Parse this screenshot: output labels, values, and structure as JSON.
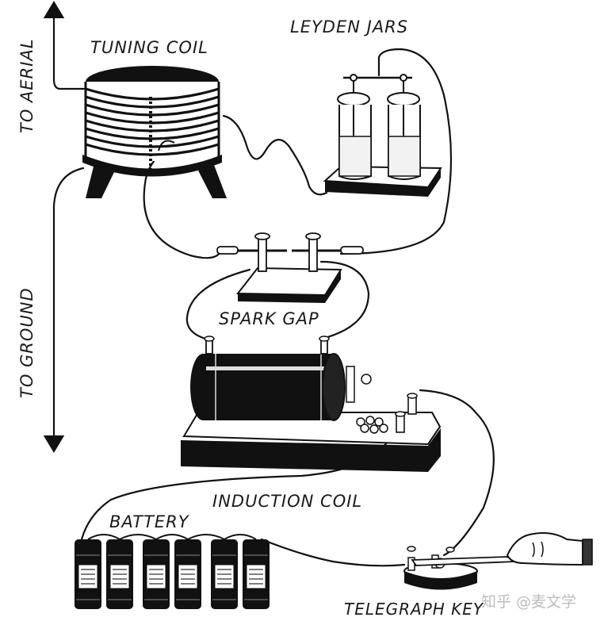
{
  "diagram": {
    "title": "Spark-gap radio transmitter wiring diagram",
    "components": [
      {
        "id": "tuning-coil",
        "label": "TUNING COIL"
      },
      {
        "id": "leyden-jars",
        "label": "LEYDEN JARS"
      },
      {
        "id": "spark-gap",
        "label": "SPARK GAP"
      },
      {
        "id": "induction-coil",
        "label": "INDUCTION COIL"
      },
      {
        "id": "battery",
        "label": "BATTERY",
        "cell_count": 6
      },
      {
        "id": "telegraph-key",
        "label": "TELEGRAPH KEY"
      }
    ],
    "arrows": [
      {
        "id": "to-aerial",
        "label": "TO AERIAL",
        "direction": "up"
      },
      {
        "id": "to-ground",
        "label": "TO GROUND",
        "direction": "down"
      }
    ],
    "connections": [
      [
        "to-aerial",
        "tuning-coil"
      ],
      [
        "tuning-coil",
        "leyden-jars"
      ],
      [
        "leyden-jars",
        "spark-gap"
      ],
      [
        "tuning-coil",
        "spark-gap"
      ],
      [
        "spark-gap",
        "induction-coil"
      ],
      [
        "induction-coil",
        "battery"
      ],
      [
        "battery",
        "telegraph-key"
      ],
      [
        "telegraph-key",
        "induction-coil"
      ],
      [
        "tuning-coil",
        "to-ground"
      ]
    ],
    "colors": {
      "ink": "#111111",
      "paper": "#ffffff",
      "watermark": "#bdbdbd"
    }
  },
  "watermark": {
    "text": "知乎 @麦文学"
  }
}
